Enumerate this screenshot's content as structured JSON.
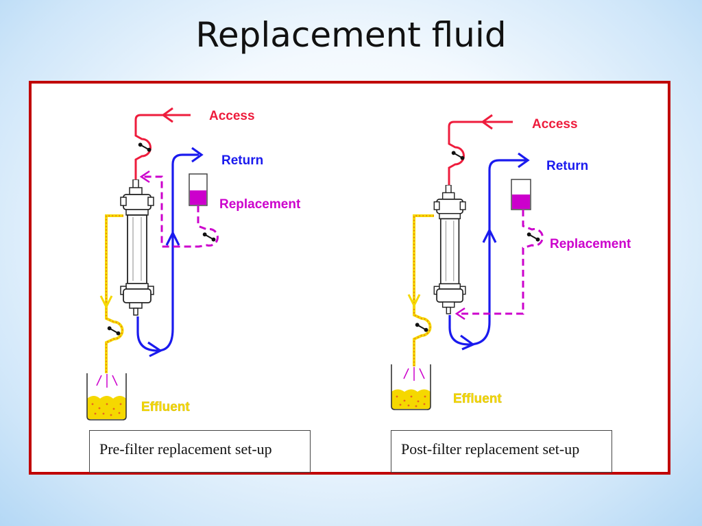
{
  "title": "Replacement fluid",
  "colors": {
    "access": "#ee1c3c",
    "return": "#1a1aee",
    "replacement": "#cc00cc",
    "effluent": "#f5d800",
    "effluent_dots": "#e8641e",
    "panel_border": "#c00000"
  },
  "diagrams": [
    {
      "labels": {
        "access": "Access",
        "return": "Return",
        "replacement": "Replacement",
        "effluent": "Effluent"
      },
      "caption": "Pre-filter replacement set-up"
    },
    {
      "labels": {
        "access": "Access",
        "return": "Return",
        "replacement": "Replacement",
        "effluent": "Effluent"
      },
      "caption": "Post-filter replacement set-up"
    }
  ]
}
